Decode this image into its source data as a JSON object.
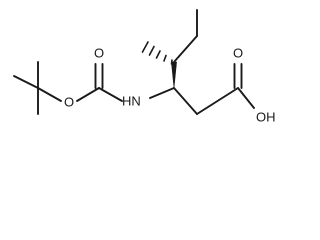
{
  "molecule": {
    "atom_labels": {
      "ester_oxygen": "O",
      "carbonyl_oxygen_boc": "O",
      "nitrogen": "HN",
      "carbonyl_oxygen_acid": "O",
      "hydroxyl": "OH"
    },
    "stereo_bonds": [
      "wedge",
      "hashed-wedge"
    ],
    "bond_color": "#1a1a1a",
    "background_color": "#ffffff"
  }
}
